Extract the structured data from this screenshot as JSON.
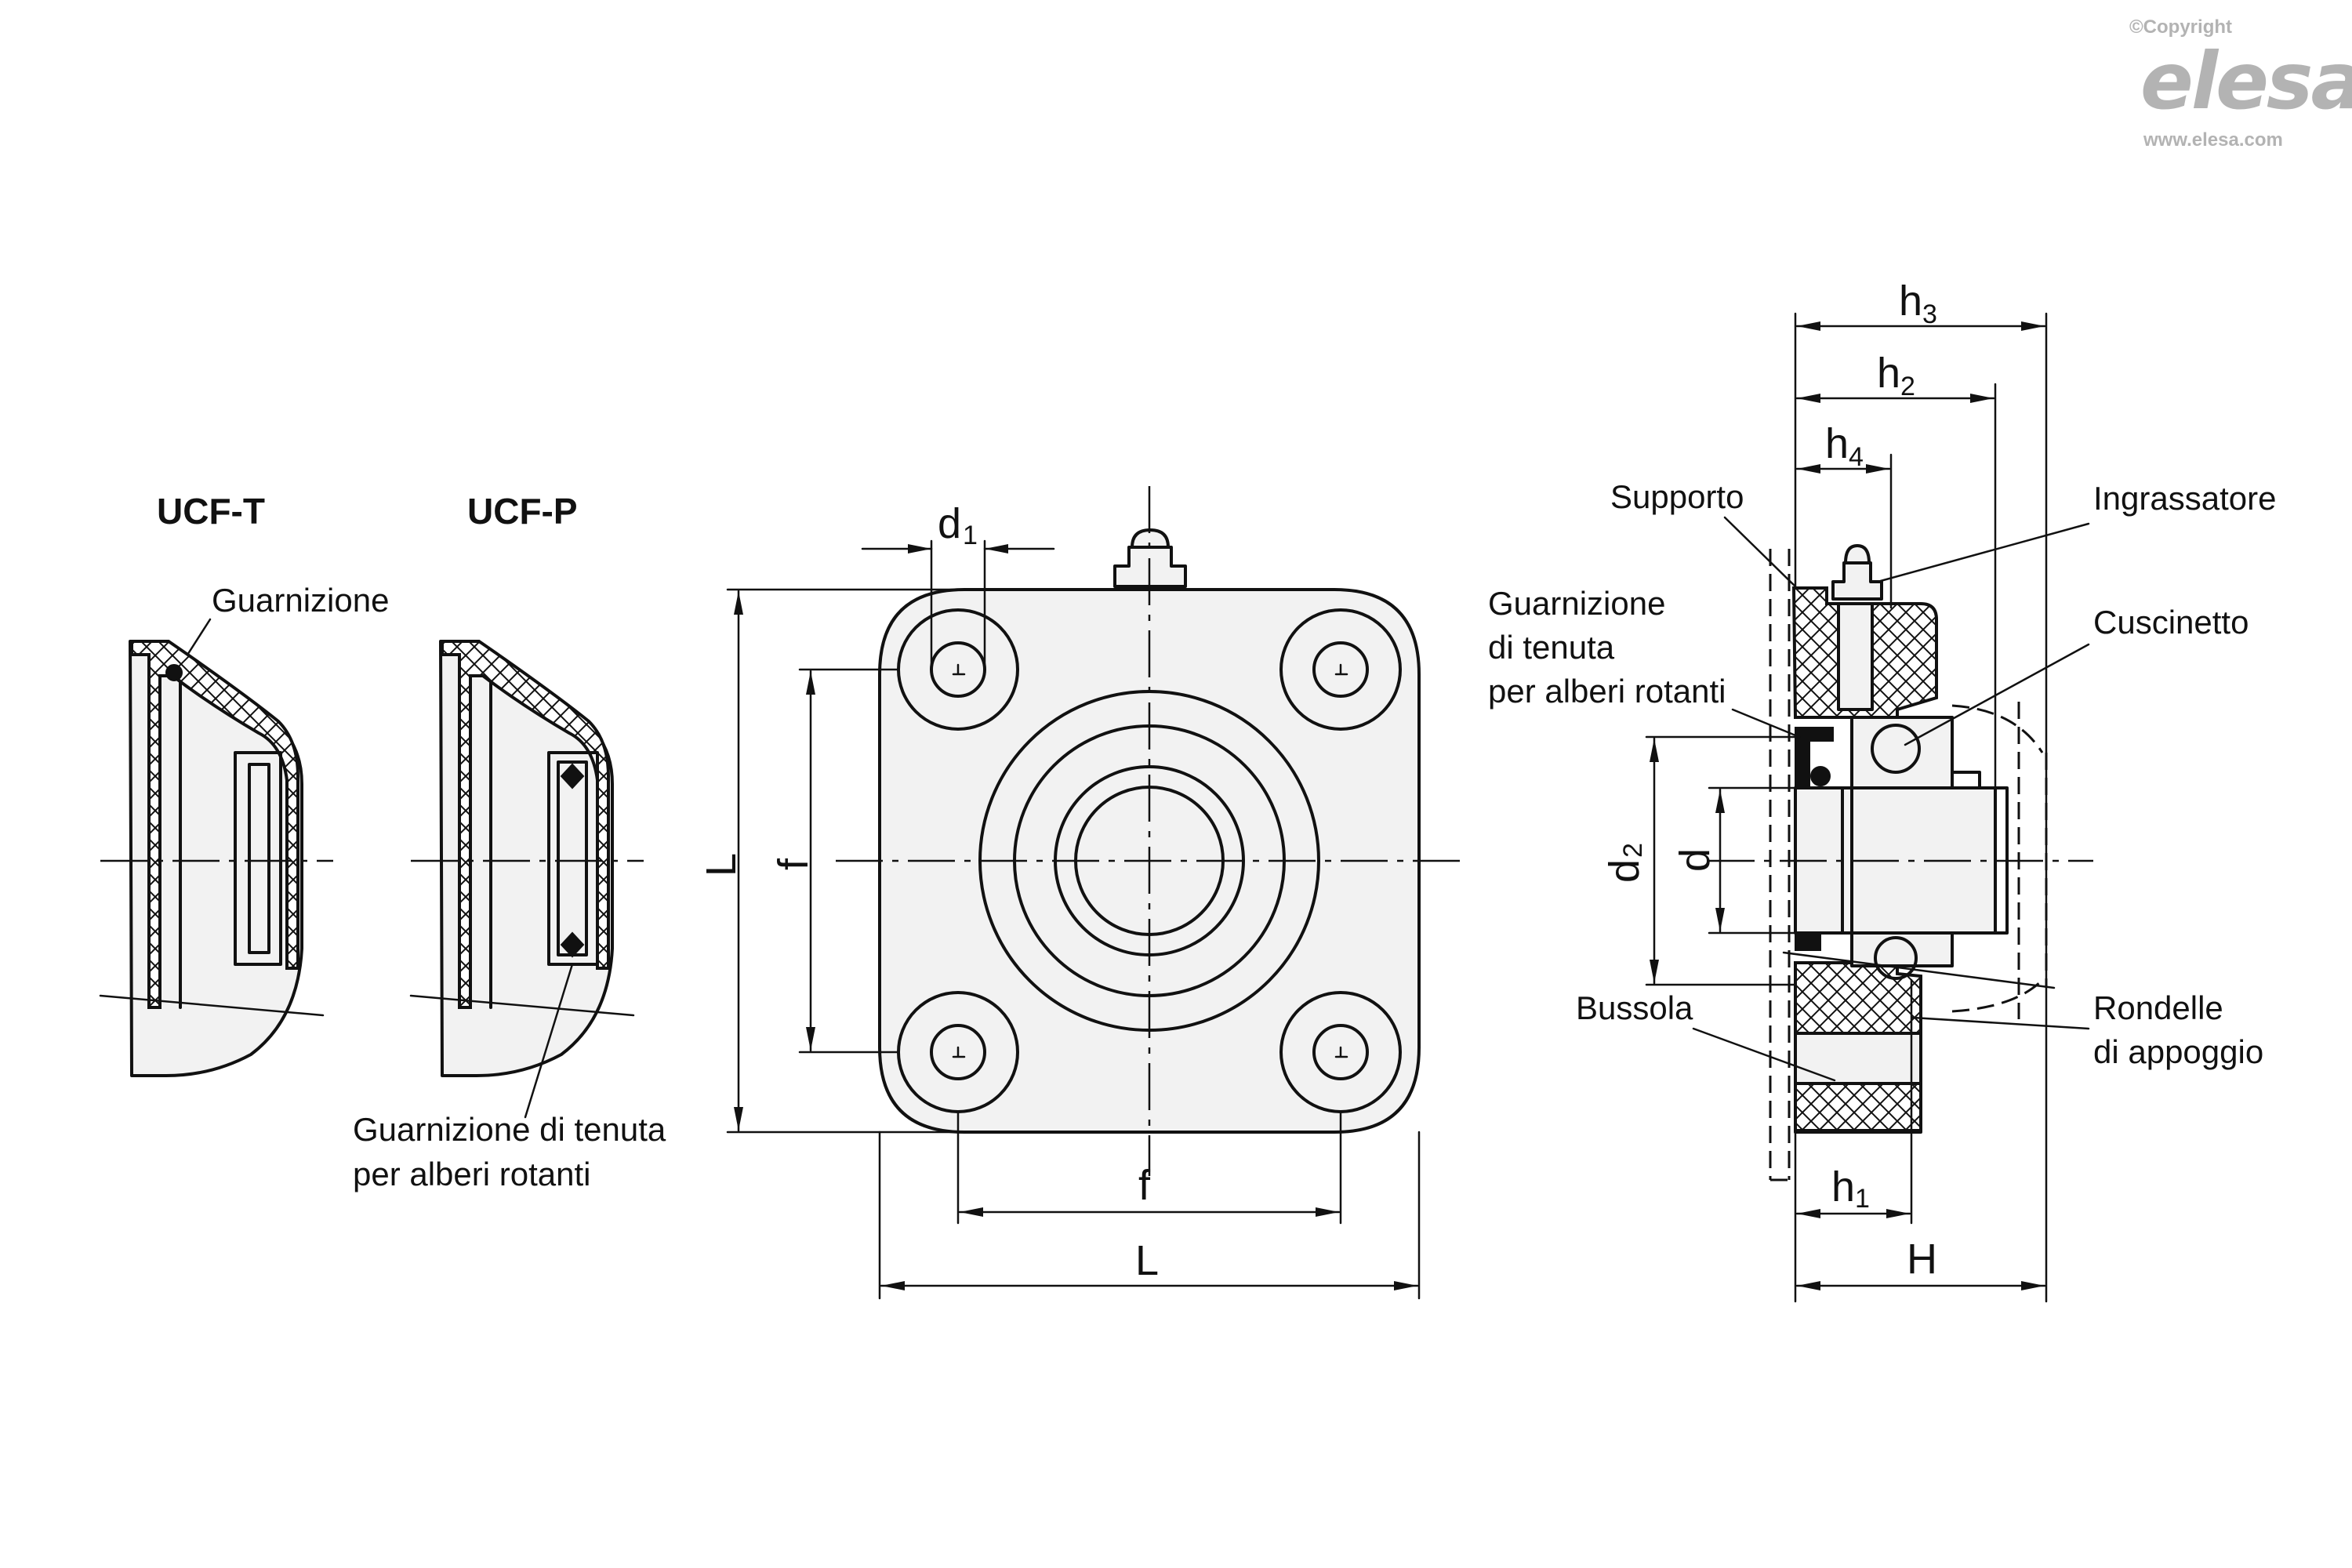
{
  "brand": {
    "copyright": "©Copyright",
    "logo": "elesa",
    "website": "www.elesa.com",
    "logo_color": "#b3b3b3"
  },
  "variants": {
    "ucf_t": {
      "title": "UCF-T",
      "seal_label": "Guarnizione"
    },
    "ucf_p": {
      "title": "UCF-P",
      "seal_label_line1": "Guarnizione di tenuta",
      "seal_label_line2": "per alberi rotanti"
    }
  },
  "front_view": {
    "dimensions": {
      "d1": "d",
      "d1_sub": "1",
      "L_vertical": "L",
      "f_vertical": "f",
      "f_horizontal": "f",
      "L_horizontal": "L"
    }
  },
  "section_view": {
    "labels": {
      "supporto": "Supporto",
      "ingrassatore": "Ingrassatore",
      "cuscinetto": "Cuscinetto",
      "guarnizione_line1": "Guarnizione",
      "guarnizione_line2": "di tenuta",
      "guarnizione_line3": "per alberi rotanti",
      "bussola": "Bussola",
      "rondelle_line1": "Rondelle",
      "rondelle_line2": "di appoggio"
    },
    "dimensions": {
      "h": "h",
      "h3_sub": "3",
      "h2_sub": "2",
      "h4_sub": "4",
      "h1_sub": "1",
      "d2": "d",
      "d2_sub": "2",
      "d": "d",
      "H": "H"
    }
  }
}
